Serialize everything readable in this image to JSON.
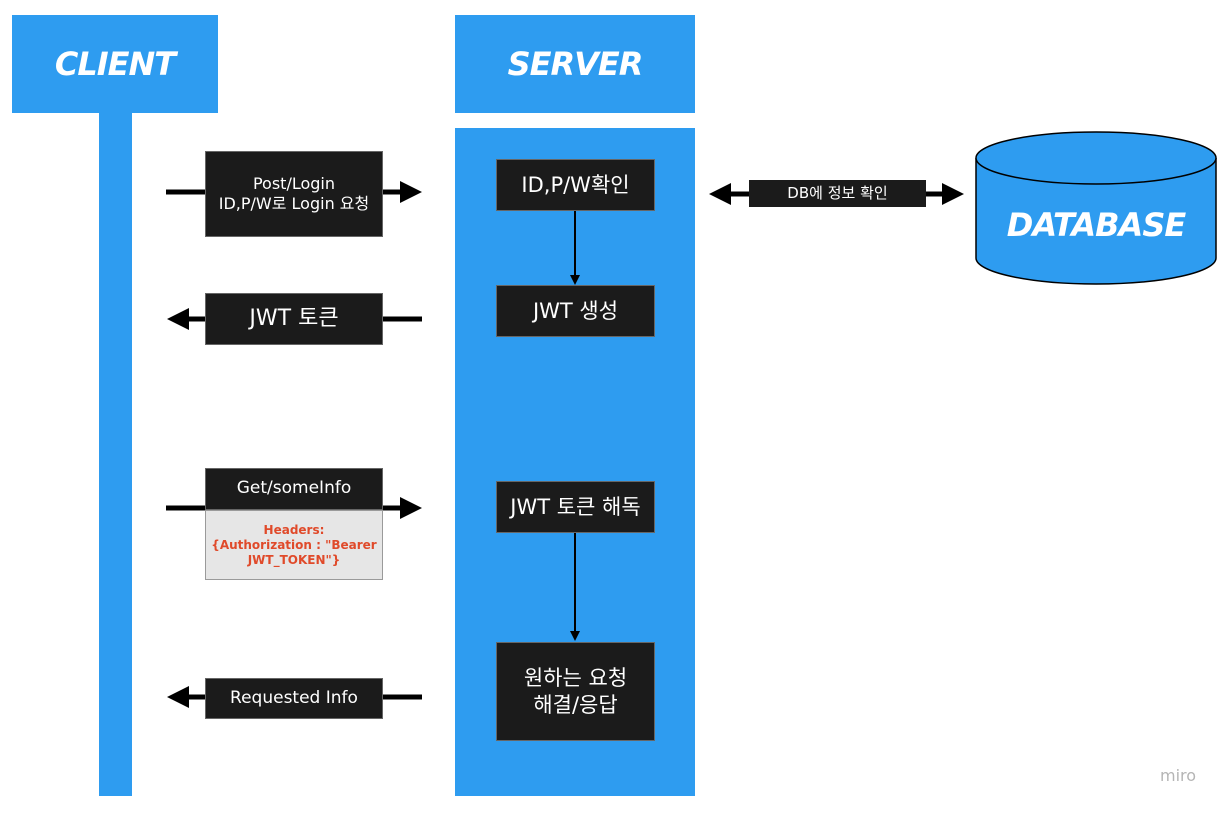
{
  "headers": {
    "client": "CLIENT",
    "server": "SERVER",
    "database": "DATABASE"
  },
  "client_messages": {
    "login_request": "Post/Login\nID,P/W로 Login 요청",
    "token_response": "JWT 토큰",
    "get_request": "Get/someInfo",
    "get_headers": "Headers:\n{Authorization : \"Bearer\nJWT_TOKEN\"}",
    "info_response": "Requested Info"
  },
  "server_steps": {
    "check": "ID,P/W확인",
    "create": "JWT 생성",
    "decode": "JWT 토큰 해독",
    "resolve": "원하는 요청\n해결/응답"
  },
  "db_link": {
    "label": "DB에 정보 확인"
  },
  "watermark": "miro",
  "colors": {
    "blue": "#2e9cf0",
    "dark_box": "#1b1b1b",
    "header_text_red": "#e04a2a",
    "headers_box_bg": "#e6e6e6"
  }
}
